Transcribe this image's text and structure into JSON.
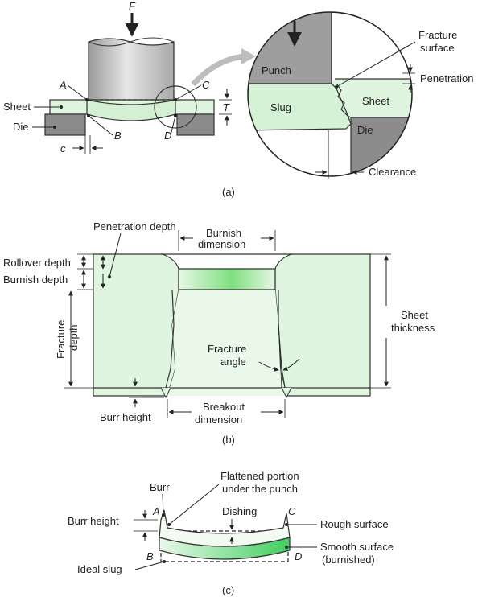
{
  "panel_a": {
    "force": "F",
    "sheet": "Sheet",
    "die": "Die",
    "a": "A",
    "b": "B",
    "c_point": "C",
    "d": "D",
    "c_clearance": "c",
    "t": "T",
    "punch": "Punch",
    "slug": "Slug",
    "sheet_detail": "Sheet",
    "die_detail": "Die",
    "fracture_1": "Fracture",
    "fracture_2": "surface",
    "penetration": "Penetration",
    "clearance": "Clearance",
    "caption": "(a)"
  },
  "panel_b": {
    "penetration_depth": "Penetration depth",
    "burnish_dim_1": "Burnish",
    "burnish_dim_2": "dimension",
    "rollover_depth": "Rollover depth",
    "burnish_depth": "Burnish depth",
    "fracture_depth_1": "Fracture",
    "fracture_depth_2": "depth",
    "fracture_angle_1": "Fracture",
    "fracture_angle_2": "angle",
    "sheet_thickness_1": "Sheet",
    "sheet_thickness_2": "thickness",
    "burr_height": "Burr height",
    "breakout_1": "Breakout",
    "breakout_2": "dimension",
    "caption": "(b)"
  },
  "panel_c": {
    "burr": "Burr",
    "flattened_1": "Flattened portion",
    "flattened_2": "under the punch",
    "burr_height": "Burr height",
    "dishing": "Dishing",
    "a": "A",
    "b": "B",
    "c": "C",
    "d": "D",
    "rough_surface": "Rough surface",
    "smooth_1": "Smooth surface",
    "smooth_2": "(burnished)",
    "ideal_slug": "Ideal slug",
    "caption": "(c)"
  }
}
